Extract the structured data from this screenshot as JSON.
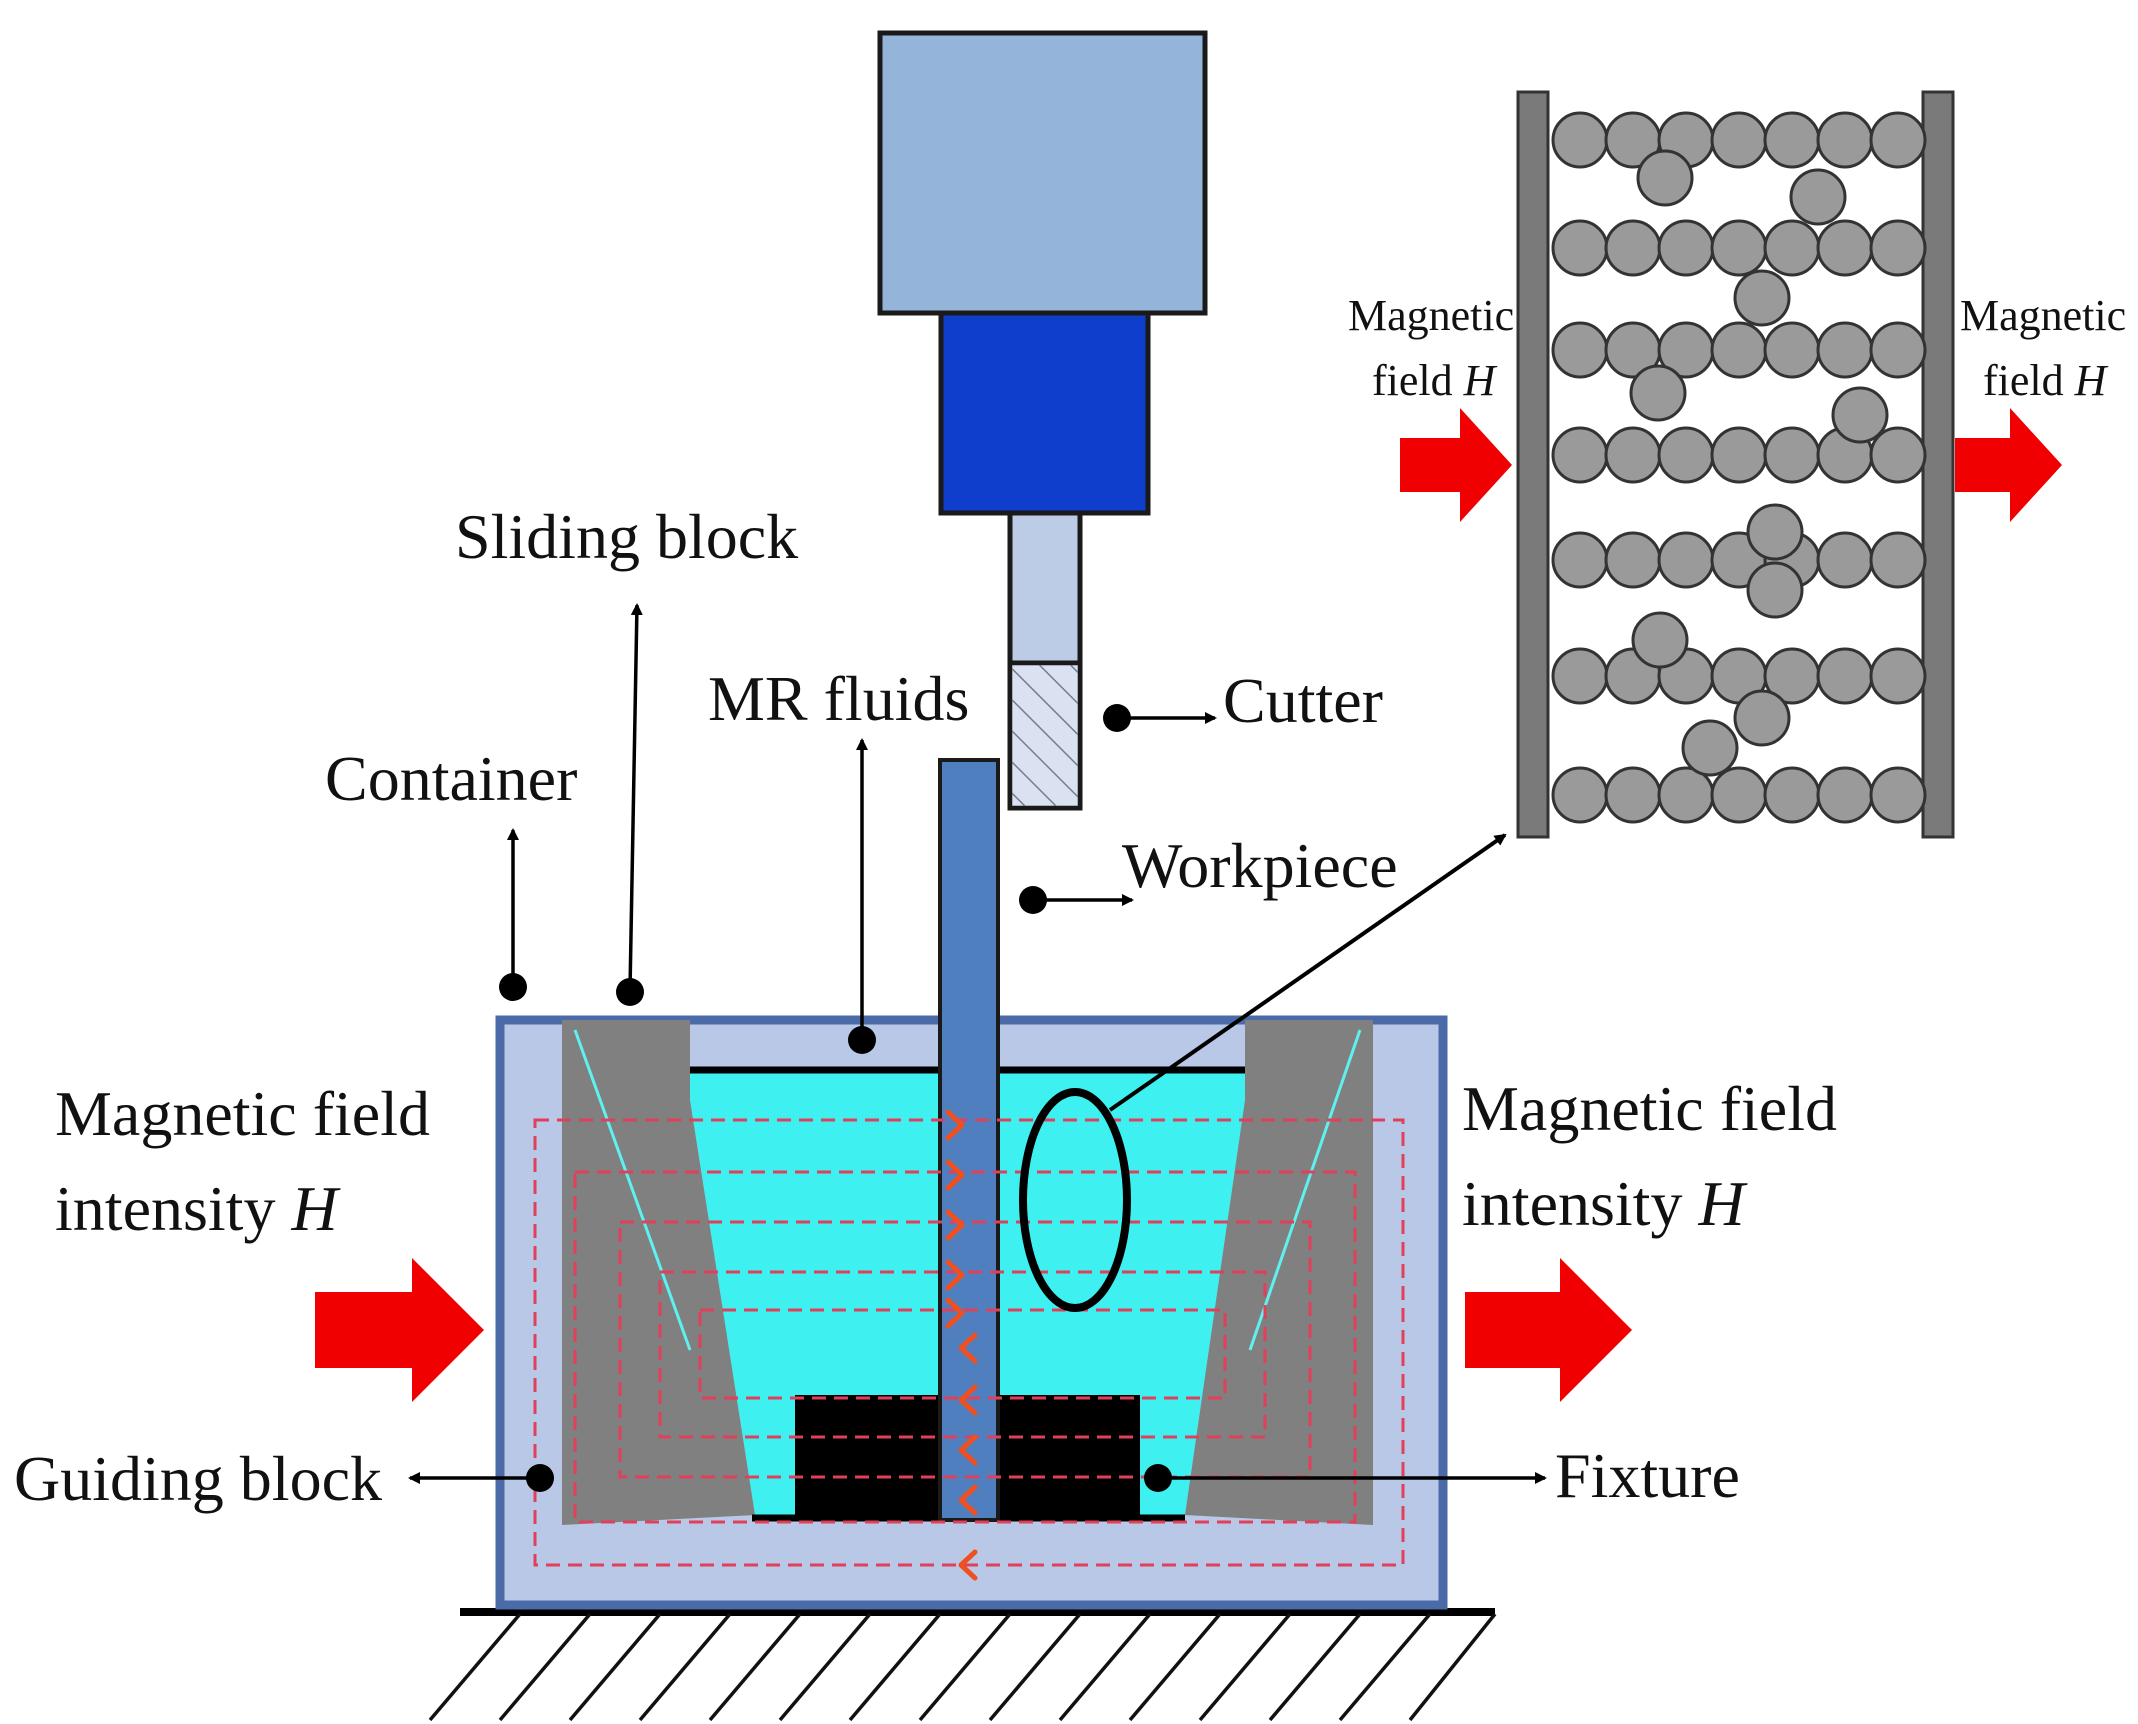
{
  "labels": {
    "sliding_block": "Sliding block",
    "mr_fluids": "MR fluids",
    "cutter": "Cutter",
    "container": "Container",
    "workpiece": "Workpiece",
    "guiding_block": "Guiding block",
    "fixture": "Fixture",
    "field_left_line1": "Magnetic field",
    "field_left_line2": "intensity ",
    "field_right_line1": "Magnetic field",
    "field_right_line2": "intensity ",
    "field_symbol": "H",
    "inset_left_line1": "Magnetic",
    "inset_left_line2": "field ",
    "inset_right_line1": "Magnetic",
    "inset_right_line2": "field "
  },
  "colors": {
    "spindle_head": "#94B4DA",
    "spindle_collar": "#0F3ECC",
    "tool_shank": "#BCCBE6",
    "workpiece": "#4F7FBF",
    "container_fill": "#B8C8E6",
    "container_border": "#4A6BA8",
    "mr_fluid": "#3FF0F0",
    "guiding_block": "#808080",
    "fixture": "#000000",
    "field_arrow": "#F00000",
    "field_lines": "#E0405A",
    "particle": "#9A9A9A",
    "plate": "#7A7A7A"
  }
}
